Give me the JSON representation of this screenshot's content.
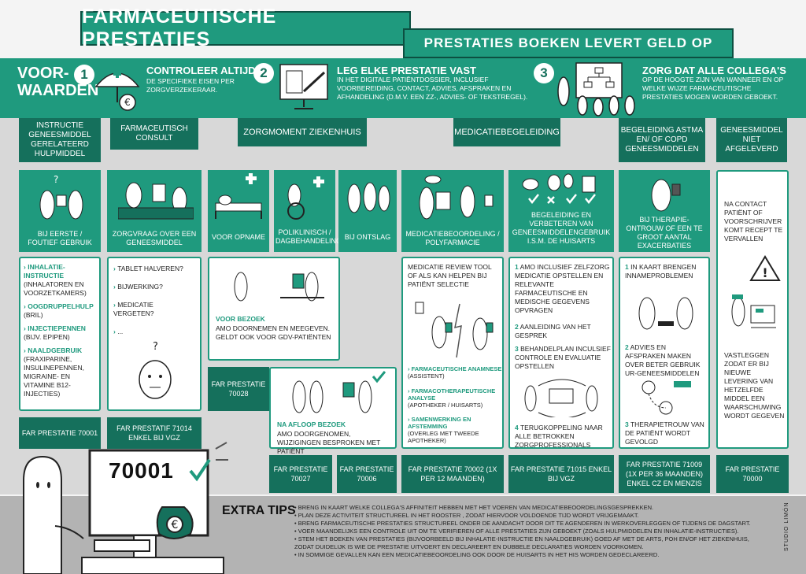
{
  "title": "FARMACEUTISCHE PRESTATIES",
  "subtitle": "PRESTATIES BOEKEN LEVERT GELD OP",
  "requirements": {
    "label_line1": "VOOR-",
    "label_line2": "WAARDEN",
    "items": [
      {
        "num": "1",
        "title": "CONTROLEER ALTIJD",
        "text": "DE SPECIFIEKE EISEN PER ZORGVERZEKERAAR."
      },
      {
        "num": "2",
        "title": "LEG ELKE PRESTATIE VAST",
        "text": "IN HET DIGITALE PATIËNTDOSSIER, INCLUSIEF VOORBEREIDING, CONTACT, ADVIES, AFSPRAKEN EN AFHANDELING (D.M.V. EEN ZZ-, ADVIES- OF TEKSTREGEL)."
      },
      {
        "num": "3",
        "title": "ZORG DAT ALLE COLLEGA'S",
        "text": "OP DE HOOGTE ZIJN VAN WANNEER EN OP WELKE WIJZE FARMACEUTISCHE PRESTATIES MOGEN WORDEN GEBOEKT."
      }
    ]
  },
  "columns": {
    "c1": {
      "header": "INSTRUCTIE GENEESMIDDEL GERELATEERD HULPMIDDEL",
      "card": "BIJ EERSTE / FOUTIEF GEBRUIK",
      "items": [
        {
          "title": "INHALATIE-INSTRUCTIE",
          "sub": "(INHALATOREN EN VOORZETKAMERS)"
        },
        {
          "title": "OOGDRUPPELHULP",
          "sub": "(BRIL)"
        },
        {
          "title": "INJECTIEPENNEN",
          "sub": "(BIJV. EPIPEN)"
        },
        {
          "title": "NAALDGEBRUIK",
          "sub": "(FRAXIPARINE, INSULINEPENNEN, MIGRAINE- EN VITAMINE B12-INJECTIES)"
        }
      ],
      "far": "FAR PRESTATIE 70001"
    },
    "c2": {
      "header": "FARMACEUTISCH CONSULT",
      "card": "ZORGVRAAG OVER EEN GENEESMIDDEL",
      "items": [
        "TABLET HALVEREN?",
        "BIJWERKING?",
        "MEDICATIE VERGETEN?",
        "..."
      ],
      "far": "FAR PRESTATIF 71014 ENKEL BIJ VGZ"
    },
    "c3": {
      "header": "ZORGMOMENT ZIEKENHUIS",
      "cards": [
        "VOOR OPNAME",
        "POLIKLINISCH / DAGBEHANDELING",
        "BIJ ONTSLAG"
      ],
      "voor_title": "VOOR BEZOEK",
      "voor_text": "AMO DOORNEMEN EN MEEGEVEN. GELDT OOK VOOR GDV-PATIËNTEN",
      "far_a": "FAR PRESTATIE 70028",
      "na_title": "NA AFLOOP BEZOEK",
      "na_text": "AMO DOORGENOMEN, WIJZIGINGEN BESPROKEN MET PATIËNT",
      "far_b": "FAR PRESTATIE 70027",
      "far_c": "FAR PRESTATIE 70006"
    },
    "c4": {
      "header": "MEDICATIEBEGELEIDING",
      "card_a": "MEDICATIEBEOORDELING / POLYFARMACIE",
      "card_b": "BEGELEIDING EN VERBETEREN VAN GENEESMIDDELENGEBRUIK I.S.M. DE HUISARTS",
      "a_text": "MEDICATIE REVIEW TOOL OF ALS KAN HELPEN BIJ PATIËNT SELECTIE",
      "a_items": [
        {
          "title": "FARMACEUTISCHE ANAMNESE",
          "sub": "(ASSISTENT)"
        },
        {
          "title": "FARMACOTHERAPEUTISCHE ANALYSE",
          "sub": "(APOTHEKER / HUISARTS)"
        },
        {
          "title": "SAMENWERKING EN AFSTEMMING",
          "sub": "(OVERLEG MET TWEEDE APOTHEKER)"
        }
      ],
      "b_items": [
        {
          "num": "1",
          "text": "AMO INCLUSIEF ZELFZORG MEDICATIE OPSTELLEN EN RELEVANTE FARMACEUTISCHE EN MEDISCHE GEGEVENS OPVRAGEN"
        },
        {
          "num": "2",
          "text": "AANLEIDING VAN HET GESPREK"
        },
        {
          "num": "3",
          "text": "BEHANDELPLAN INCULSIEF CONTROLE EN EVALUATIE OPSTELLEN"
        },
        {
          "num": "4",
          "text": "TERUGKOPPELING NAAR ALLE BETROKKEN ZORGPROFESSIONALS"
        }
      ],
      "far_a": "FAR PRESTATIE 70002 (1X PER 12 MAANDEN)",
      "far_b": "FAR PRESTATIE 71015 ENKEL BIJ VGZ"
    },
    "c5": {
      "header": "BEGELEIDING ASTMA EN/ OF COPD GENEESMIDDELEN",
      "card": "BIJ THERAPIE-ONTROUW OF EEN TE GROOT AANTAL EXACERBATIES",
      "items": [
        {
          "num": "1",
          "text": "IN KAART BRENGEN INNAMEPROBLEMEN"
        },
        {
          "num": "2",
          "text": "ADVIES EN AFSPRAKEN MAKEN OVER BETER GEBRUIK UR-GENEESMIDDELEN"
        },
        {
          "num": "3",
          "text": "THERAPIETROUW VAN DE PATIËNT WORDT GEVOLGD"
        }
      ],
      "far": "FAR PRESTATIE 71009 (1X PER 36 MAANDEN) ENKEL CZ EN MENZIS"
    },
    "c6": {
      "header": "GENEESMIDDEL NIET AFGELEVERD",
      "text_a": "NA CONTACT PATIËNT OF VOORSCHRIJVER KOMT RECEPT TE VERVALLEN",
      "text_b": "VASTLEGGEN ZODAT ER BIJ NIEUWE LEVERING VAN HETZELFDE MIDDEL EEN WAARSCHUWING WORDT GEGEVEN",
      "far": "FAR PRESTATIE 70000"
    }
  },
  "monitor_code": "70001",
  "tips": {
    "title": "EXTRA TIPS",
    "items": [
      "• BRENG IN KAART WELKE COLLEGA'S AFFINITEIT HEBBEN MET HET VOEREN VAN MEDICATIEBEOORDELINGSGESPREKKEN.",
      "• PLAN DEZE ACTIVITEIT STRUCTUREEL IN HET ROOSTER , ZODAT HIERVOOR VOLDOENDE TIJD WORDT VRIJGEMAAKT.",
      "• BRENG FARMACEUTISCHE PRESTATIES STRUCTUREEL ONDER DE AANDACHT DOOR DIT TE AGENDEREN IN WERKOVERLEGGEN OF TIJDENS DE DAGSTART.",
      "• VOER MAANDELIJKS EEN CONTROLE UIT OM TE VERIFIEREN OF ALLE PRESTATIES ZIJN GEBOEKT (ZOALS HULPMIDDELEN EN INHALATIE-INSTRUCTIES).",
      "• STEM HET BOEKEN VAN PRESTATIES (BIJVOORBEELD BIJ INHALATIE-INSTRUCTIE EN NAALDGEBRUIK) GOED AF MET DE ARTS, POH EN/OF HET ZIEKENHUIS, ZODAT DUIDELIJK IS WIE DE PRESTATIE UITVOERT EN DECLAREERT EN DUBBELE DECLARATIES WORDEN VOORKOMEN.",
      "• IN SOMMIGE GEVALLEN KAN EEN MEDICATIEBEOORDELING OOK DOOR DE HUISARTS IN HET HIS WORDEN GEDECLAREERD."
    ]
  },
  "signature": "STUDIO LIMÓN",
  "colors": {
    "accent": "#1f9a7e",
    "dark": "#15705c",
    "grey": "#d8d8d8",
    "tips": "#b3b3b3"
  }
}
